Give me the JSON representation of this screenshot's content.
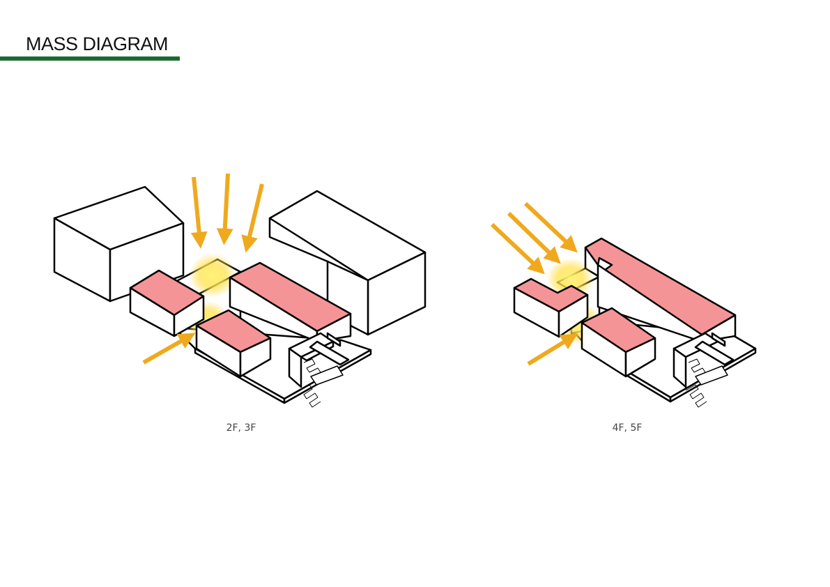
{
  "header": {
    "title": "MASS DIAGRAM",
    "accent_color": "#1c6a2f"
  },
  "colors": {
    "mass_fill": "#f59496",
    "arrow": "#f0a91d",
    "light_glow": "#fff27a",
    "outline": "#000000"
  },
  "diagrams": [
    {
      "caption": "2F, 3F"
    },
    {
      "caption": "4F, 5F"
    }
  ]
}
